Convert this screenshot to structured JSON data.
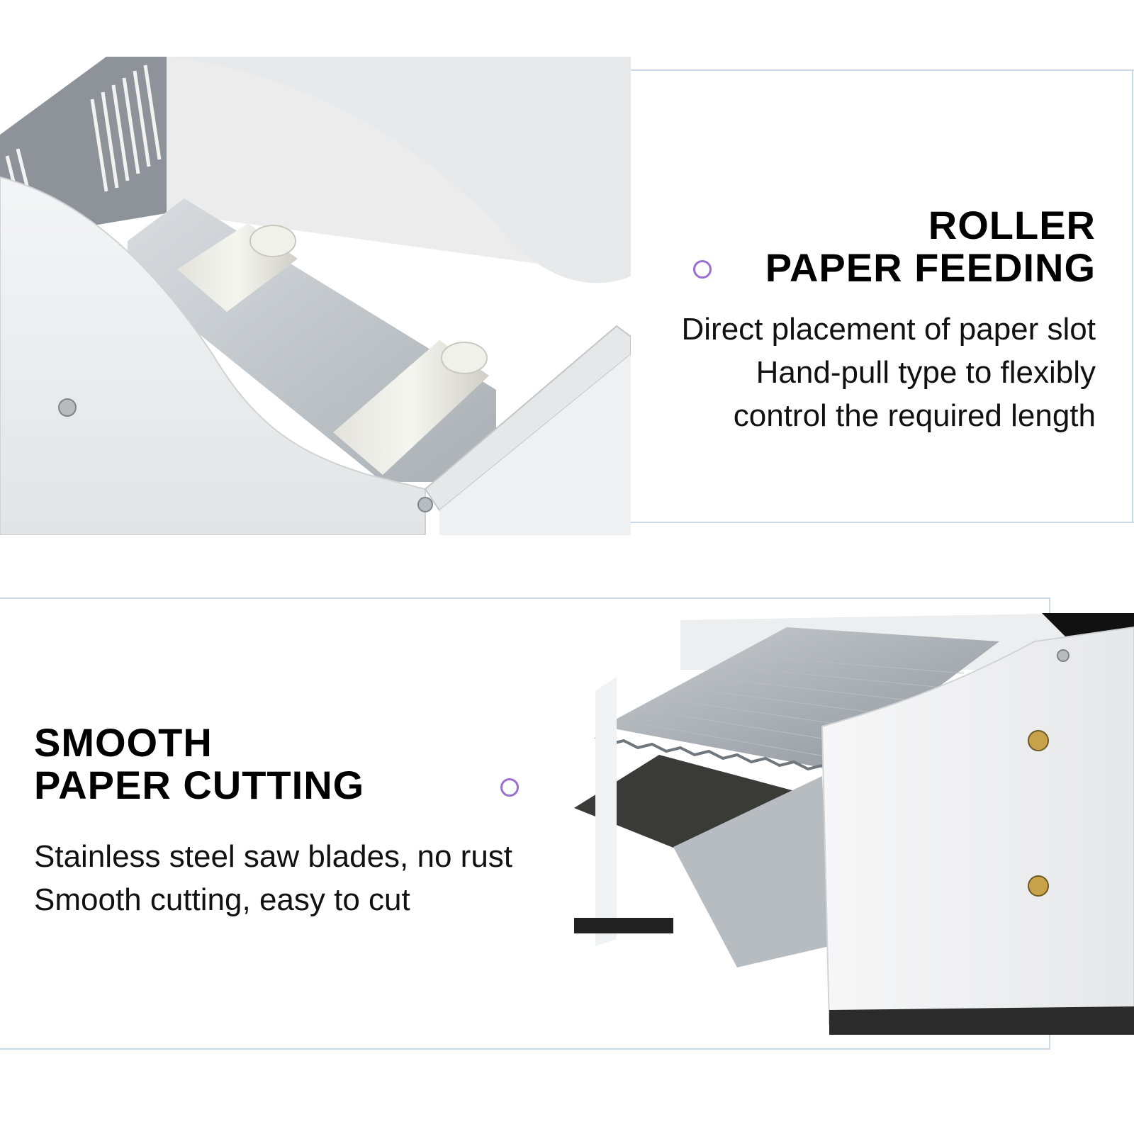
{
  "feature_feeding": {
    "title_line1": "ROLLER",
    "title_line2": "PAPER FEEDING",
    "desc_line1": "Direct placement of paper slot",
    "desc_line2": "Hand-pull type to flexibly",
    "desc_line3": "control the required length",
    "bullet_icon": "circle-bullet-icon"
  },
  "feature_cutting": {
    "title_line1": "SMOOTH",
    "title_line2": "PAPER CUTTING",
    "desc_line1": "Stainless steel saw blades, no rust",
    "desc_line2": "Smooth cutting, easy to cut",
    "bullet_icon": "circle-bullet-icon"
  },
  "colors": {
    "bullet": "#9b6fd0",
    "frame_line": "#c9d9e8",
    "text": "#000000"
  }
}
